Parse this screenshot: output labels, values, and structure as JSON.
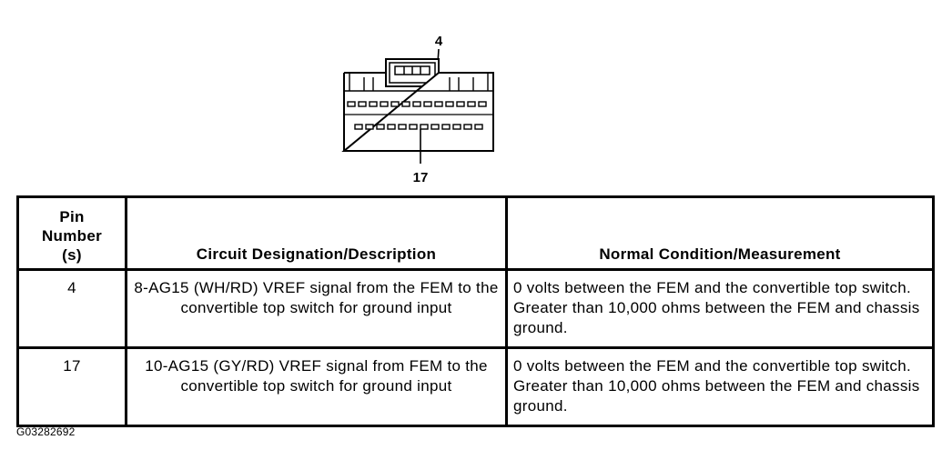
{
  "connector": {
    "top_pin_label": "4",
    "bottom_pin_label": "17"
  },
  "table": {
    "headers": {
      "pin": [
        "Pin",
        "Number",
        "(s)"
      ],
      "circuit": "Circuit Designation/Description",
      "measurement": "Normal Condition/Measurement"
    },
    "rows": [
      {
        "pin": "4",
        "circuit": "8-AG15 (WH/RD) VREF signal from the FEM to the convertible top switch for ground input",
        "measurement": "0 volts between the FEM and the convertible top switch. Greater than 10,000 ohms between the FEM and chassis ground."
      },
      {
        "pin": "17",
        "circuit": "10-AG15 (GY/RD) VREF signal from FEM to the convertible top switch for ground input",
        "measurement": "0 volts between the FEM and the convertible top switch. Greater than 10,000 ohms between the FEM and chassis ground."
      }
    ]
  },
  "figure_id": "G03282692"
}
